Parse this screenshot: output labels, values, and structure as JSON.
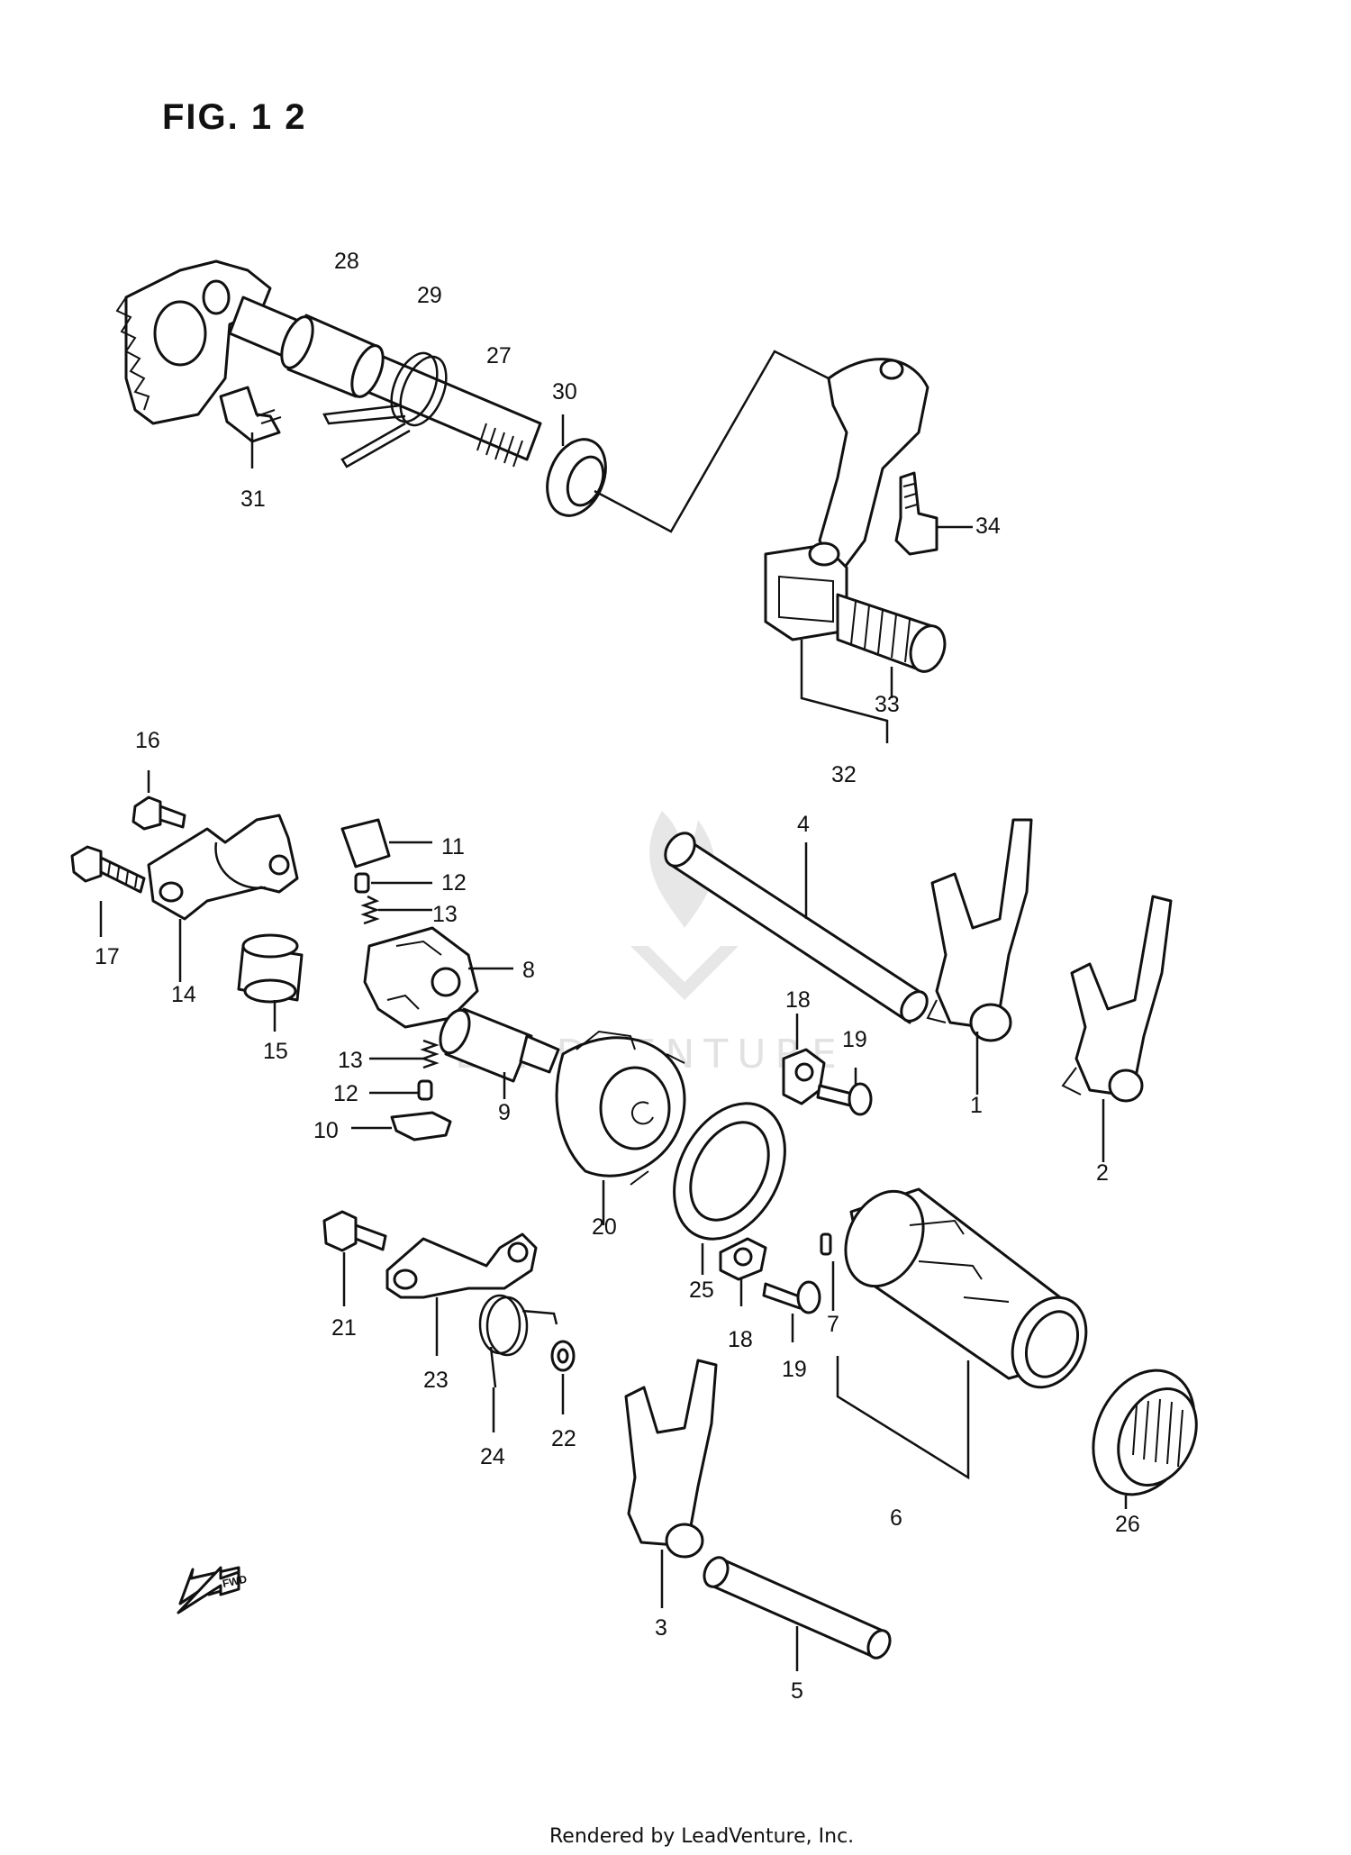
{
  "title": "FIG. 1 2",
  "footer": "Rendered by LeadVenture, Inc.",
  "watermark": "LEADVENTURE",
  "fwd_label": "FWD",
  "callouts": {
    "c1": "1",
    "c2": "2",
    "c3": "3",
    "c4": "4",
    "c5": "5",
    "c6": "6",
    "c7": "7",
    "c8": "8",
    "c9": "9",
    "c10": "10",
    "c11": "11",
    "c12a": "12",
    "c12b": "12",
    "c13a": "13",
    "c13b": "13",
    "c14": "14",
    "c15": "15",
    "c16": "16",
    "c17": "17",
    "c18a": "18",
    "c18b": "18",
    "c19a": "19",
    "c19b": "19",
    "c20": "20",
    "c21": "21",
    "c22": "22",
    "c23": "23",
    "c24": "24",
    "c25": "25",
    "c26": "26",
    "c27": "27",
    "c28": "28",
    "c29": "29",
    "c30": "30",
    "c31": "31",
    "c32": "32",
    "c33": "33",
    "c34": "34"
  }
}
